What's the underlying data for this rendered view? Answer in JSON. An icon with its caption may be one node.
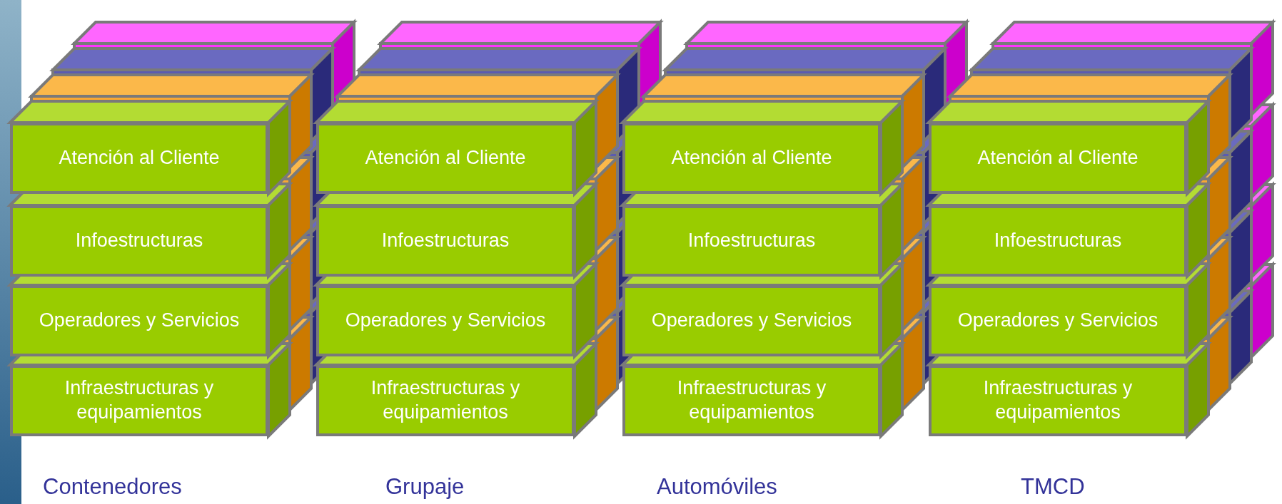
{
  "diagram": {
    "nodes": [
      {
        "text": [
          "Atención al Cliente"
        ]
      },
      {
        "text": [
          "Atención al Cliente"
        ]
      },
      {
        "text": [
          "Atención al Cliente"
        ]
      },
      {
        "text": [
          "Atención al Cliente"
        ]
      },
      {
        "text": [
          "Infoestructuras"
        ]
      },
      {
        "text": [
          "Infoestructuras"
        ]
      },
      {
        "text": [
          "Infoestructuras"
        ]
      },
      {
        "text": [
          "Infoestructuras"
        ]
      },
      {
        "text": [
          "Operadores y Servicios"
        ]
      },
      {
        "text": [
          "Operadores y Servicios"
        ]
      },
      {
        "text": [
          "Operadores y Servicios"
        ]
      },
      {
        "text": [
          "Operadores y Servicios"
        ]
      },
      {
        "text": [
          "Infraestructuras y equipamientos"
        ]
      },
      {
        "text": [
          "Infraestructuras y equipamientos"
        ]
      },
      {
        "text": [
          "Infraestructuras y equipamientos"
        ]
      },
      {
        "text": [
          "Infraestructuras y equipamientos"
        ]
      }
    ],
    "labels": [
      "Contenedores",
      "Grupaje",
      "Automóviles",
      "TMCD"
    ]
  }
}
